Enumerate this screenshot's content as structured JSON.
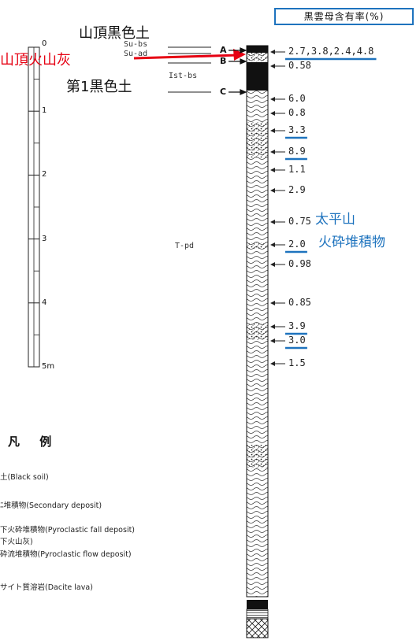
{
  "header": {
    "label": "黒雲母含有率(%)"
  },
  "annotations": {
    "top_black_soil": "山頂黒色土",
    "top_volcanic_ash": "山頂火山灰",
    "first_black_soil": "第1黒色土",
    "taiheizan_line1": "太平山",
    "taiheizan_line2": "火砕堆積物"
  },
  "unit_codes": {
    "su_bs": "Su-bs",
    "su_ad": "Su-ad",
    "ist_bs": "Ist-bs",
    "t_pd": "T-pd"
  },
  "markers": {
    "a": "A",
    "b": "B",
    "c": "C"
  },
  "scale": {
    "labels": [
      "0",
      "1",
      "2",
      "3",
      "4",
      "5m"
    ]
  },
  "biotite_values": [
    {
      "text": "2.7,3.8,2.4,4.8",
      "underlined": true
    },
    {
      "text": "0.58",
      "underlined": false
    },
    {
      "text": "6.0",
      "underlined": false
    },
    {
      "text": "0.8",
      "underlined": false
    },
    {
      "text": "3.3",
      "underlined": true
    },
    {
      "text": "8.9",
      "underlined": true
    },
    {
      "text": "1.1",
      "underlined": false
    },
    {
      "text": "2.9",
      "underlined": false
    },
    {
      "text": "0.75",
      "underlined": false
    },
    {
      "text": "2.0",
      "underlined": true
    },
    {
      "text": "0.98",
      "underlined": false
    },
    {
      "text": "0.85",
      "underlined": false
    },
    {
      "text": "3.9",
      "underlined": true
    },
    {
      "text": "3.0",
      "underlined": true
    },
    {
      "text": "1.5",
      "underlined": false
    }
  ],
  "legend": {
    "title": "凡 例",
    "items": [
      "土(Black soil)",
      "ﾆ堆積物(Secondary deposit)",
      "下火砕堆積物(Pyroclastic fall deposit)",
      "下火山灰)",
      "砕流堆積物(Pyroclastic flow deposit)",
      "サイト質溶岩(Dacite lava)"
    ]
  },
  "colors": {
    "red": "#e60012",
    "blue": "#1e73be",
    "ink": "#111111"
  }
}
